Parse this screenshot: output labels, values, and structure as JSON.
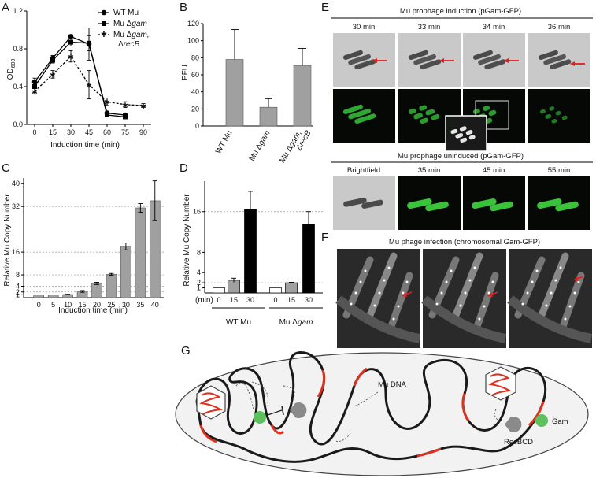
{
  "panel_labels": [
    "A",
    "B",
    "C",
    "D",
    "E",
    "F",
    "G"
  ],
  "chart_data": [
    {
      "id": "A",
      "type": "line",
      "x": [
        0,
        15,
        30,
        45,
        60,
        75,
        90
      ],
      "xlabel": "Induction time (min)",
      "ylabel_main": "OD",
      "ylabel_sub": "600",
      "ylim": [
        0,
        1.2
      ],
      "yticks": [
        "0.0",
        "0.4",
        "0.8",
        "1.2"
      ],
      "xticks": [
        "0",
        "15",
        "30",
        "45",
        "60",
        "75",
        "90"
      ],
      "legend_position": "top-right",
      "series": [
        {
          "name": "WT Mu",
          "marker": "circle",
          "dash": false,
          "values": [
            0.45,
            0.7,
            0.93,
            0.85,
            0.12,
            0.1,
            null
          ],
          "err": [
            0.04,
            0.03,
            0.02,
            0.17,
            0.02,
            0.02,
            null
          ]
        },
        {
          "name": "Mu Δgam",
          "marker": "square",
          "dash": false,
          "values": [
            0.4,
            0.68,
            0.87,
            0.86,
            0.1,
            0.08,
            null
          ],
          "err": [
            0.05,
            0.03,
            0.04,
            0.08,
            0.02,
            0.02,
            null
          ]
        },
        {
          "name": "Mu Δgam, ΔrecB",
          "marker": "star",
          "dash": true,
          "values": [
            0.35,
            0.53,
            0.72,
            0.42,
            0.24,
            0.21,
            0.2
          ],
          "err": [
            0.03,
            0.04,
            0.06,
            0.15,
            0.04,
            0.03,
            0.02
          ]
        }
      ],
      "legend_parts": [
        [
          "WT Mu",
          ""
        ],
        [
          "Mu Δ",
          "gam"
        ],
        [
          "Mu Δ",
          "gam,"
        ],
        [
          "Δ",
          "recB"
        ]
      ]
    },
    {
      "id": "B",
      "type": "bar",
      "ylabel": "PFU",
      "ylim": [
        0,
        120
      ],
      "yticks": [
        "0",
        "20",
        "40",
        "60",
        "80",
        "100",
        "120"
      ],
      "categories": [
        "WT Mu",
        "Mu Δgam",
        "Mu Δgam, ΔrecB"
      ],
      "cat_parts": [
        [
          "WT Mu",
          ""
        ],
        [
          "Mu Δ",
          "gam"
        ],
        [
          "Mu Δ",
          "gam,"
        ]
      ],
      "cat_line2": [
        "",
        "",
        "ΔrecB"
      ],
      "values": [
        78,
        22,
        71
      ],
      "err": [
        35,
        10,
        20
      ],
      "color": "#a0a0a0"
    },
    {
      "id": "C",
      "type": "bar",
      "xlabel": "Induction time (min)",
      "ylabel": "Relative Mu Copy Number",
      "ylim": [
        0,
        42
      ],
      "yticks": [
        "1",
        "2",
        "4",
        "8",
        "16",
        "32",
        "40"
      ],
      "ytick_values": [
        1,
        2,
        4,
        8,
        16,
        32,
        40
      ],
      "grid_values": [
        2,
        4,
        8,
        16,
        32
      ],
      "categories": [
        "0",
        "5",
        "10",
        "15",
        "20",
        "25",
        "30",
        "35",
        "40"
      ],
      "values": [
        1,
        1,
        1.1,
        2.2,
        5,
        8.2,
        18,
        31.5,
        34
      ],
      "err": [
        0,
        0.05,
        0.1,
        0.3,
        0.4,
        0.3,
        1.2,
        1.5,
        7
      ],
      "color": "#a0a0a0"
    },
    {
      "id": "D",
      "type": "bar",
      "ylabel": "Relative Mu Copy Number",
      "ylim": [
        0,
        22
      ],
      "yticks": [
        "1",
        "2",
        "4",
        "8",
        "16"
      ],
      "ytick_values": [
        1,
        2,
        4,
        8,
        16
      ],
      "grid_values": [
        2,
        16
      ],
      "unit": "(min)",
      "categories": [
        "0",
        "15",
        "30",
        "0",
        "15",
        "30"
      ],
      "groups": [
        "WT Mu",
        "Mu Δgam"
      ],
      "group_parts": [
        [
          "WT Mu",
          ""
        ],
        [
          "Mu Δ",
          "gam"
        ]
      ],
      "values": [
        1,
        2.5,
        16.5,
        1,
        2,
        13.5
      ],
      "err": [
        0,
        0.4,
        3.5,
        0,
        0.1,
        2.5
      ],
      "colors": [
        "#ffffff",
        "#a0a0a0",
        "#000000",
        "#ffffff",
        "#a0a0a0",
        "#000000"
      ]
    }
  ],
  "panel_e": {
    "title_induced": "Mu prophage induction (pGam-GFP)",
    "times_induced": [
      "30 min",
      "33 min",
      "34 min",
      "36 min"
    ],
    "title_uninduced": "Mu prophage uninduced (pGam-GFP)",
    "labels_uninduced": [
      "Brightfield",
      "35 min",
      "45 min",
      "55 min"
    ]
  },
  "panel_f": {
    "title": "Mu phage infection (chromosomal Gam-GFP)"
  },
  "panel_g": {
    "mu_dna": "Mu DNA",
    "gam": "Gam",
    "recbcd": "RecBCD"
  },
  "colors": {
    "bar_gray": "#a0a0a0",
    "gfp_green": "#39c23a",
    "arrow_red": "#e02020",
    "dna_red": "#e03020"
  }
}
